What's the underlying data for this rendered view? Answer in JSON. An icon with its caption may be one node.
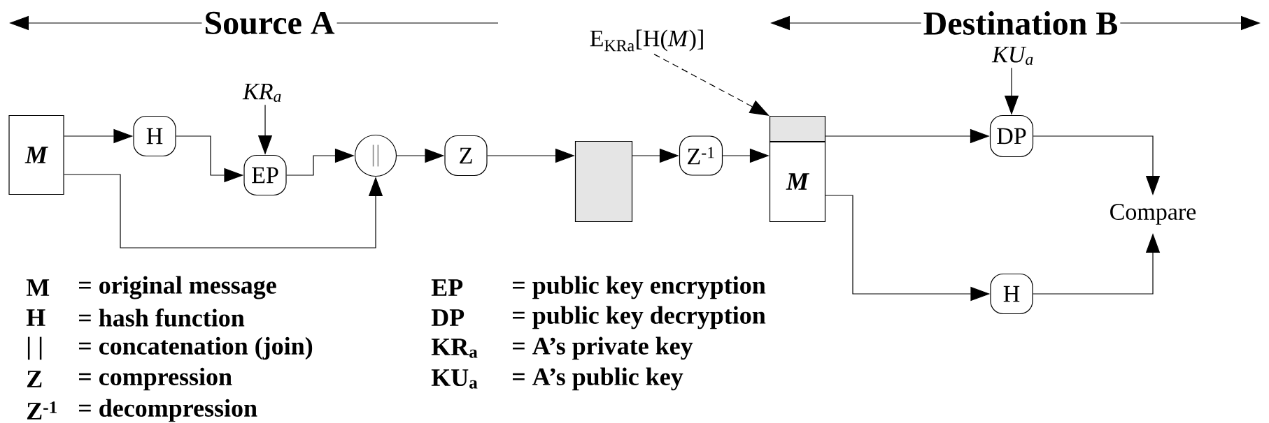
{
  "diagram": {
    "nodes": [
      {
        "text": [
          "M"
        ]
      },
      {
        "text": [
          "H"
        ]
      },
      {
        "text": [
          "KR$_{a}$"
        ]
      },
      {
        "text": [
          "EP"
        ]
      },
      {
        "text": [
          "||"
        ]
      },
      {
        "text": [
          "Z"
        ]
      },
      {
        "text": [],
        "shape": "box"
      },
      {
        "text": [
          "Z$^{-1}$"
        ]
      },
      {
        "text": [
          "E$_{KRa}$[H(*M*)]"
        ]
      },
      {
        "text": [],
        "shape": "box"
      },
      {
        "text": [
          "M"
        ]
      },
      {
        "text": [
          "KU$_{a}$"
        ]
      },
      {
        "text": [
          "DP"
        ]
      },
      {
        "text": [
          "Compare"
        ]
      },
      {
        "text": [
          "H"
        ]
      }
    ],
    "edges": [
      {
        "from": 0,
        "to": 1,
        "arrow": "to"
      },
      {
        "from": 1,
        "to": 3,
        "arrow": "to"
      },
      {
        "from": 2,
        "to": 3,
        "arrow": "to"
      },
      {
        "from": 3,
        "to": 4,
        "arrow": "to"
      },
      {
        "from": 0,
        "to": 4,
        "arrow": "to"
      },
      {
        "from": 4,
        "to": 5,
        "arrow": "to"
      },
      {
        "from": 5,
        "to": 6,
        "arrow": "to"
      },
      {
        "from": 6,
        "to": 7,
        "arrow": "to"
      },
      {
        "from": 7,
        "to": 10,
        "arrow": "to"
      },
      {
        "from": 8,
        "to": 9,
        "arrow": "to",
        "style": "dashed"
      },
      {
        "from": 9,
        "to": 12,
        "arrow": "to"
      },
      {
        "from": 11,
        "to": 12,
        "arrow": "to"
      },
      {
        "from": 12,
        "to": 13,
        "arrow": "to"
      },
      {
        "from": 10,
        "to": 14,
        "arrow": "to"
      },
      {
        "from": 14,
        "to": 13,
        "arrow": "to"
      }
    ],
    "labels": [
      "Source A",
      "Destination B",
      "M",
      "= original message",
      "EP",
      "= public key encryption",
      "H",
      "= hash function",
      "DP",
      "= public key decryption",
      "| |",
      "= concatenation (join)",
      "KR$_{a}$",
      "= A’s private key",
      "Z",
      "= compression",
      "KU$_{a}$",
      "= A’s public key",
      "Z$^{-1}$",
      "= decompression"
    ]
  }
}
